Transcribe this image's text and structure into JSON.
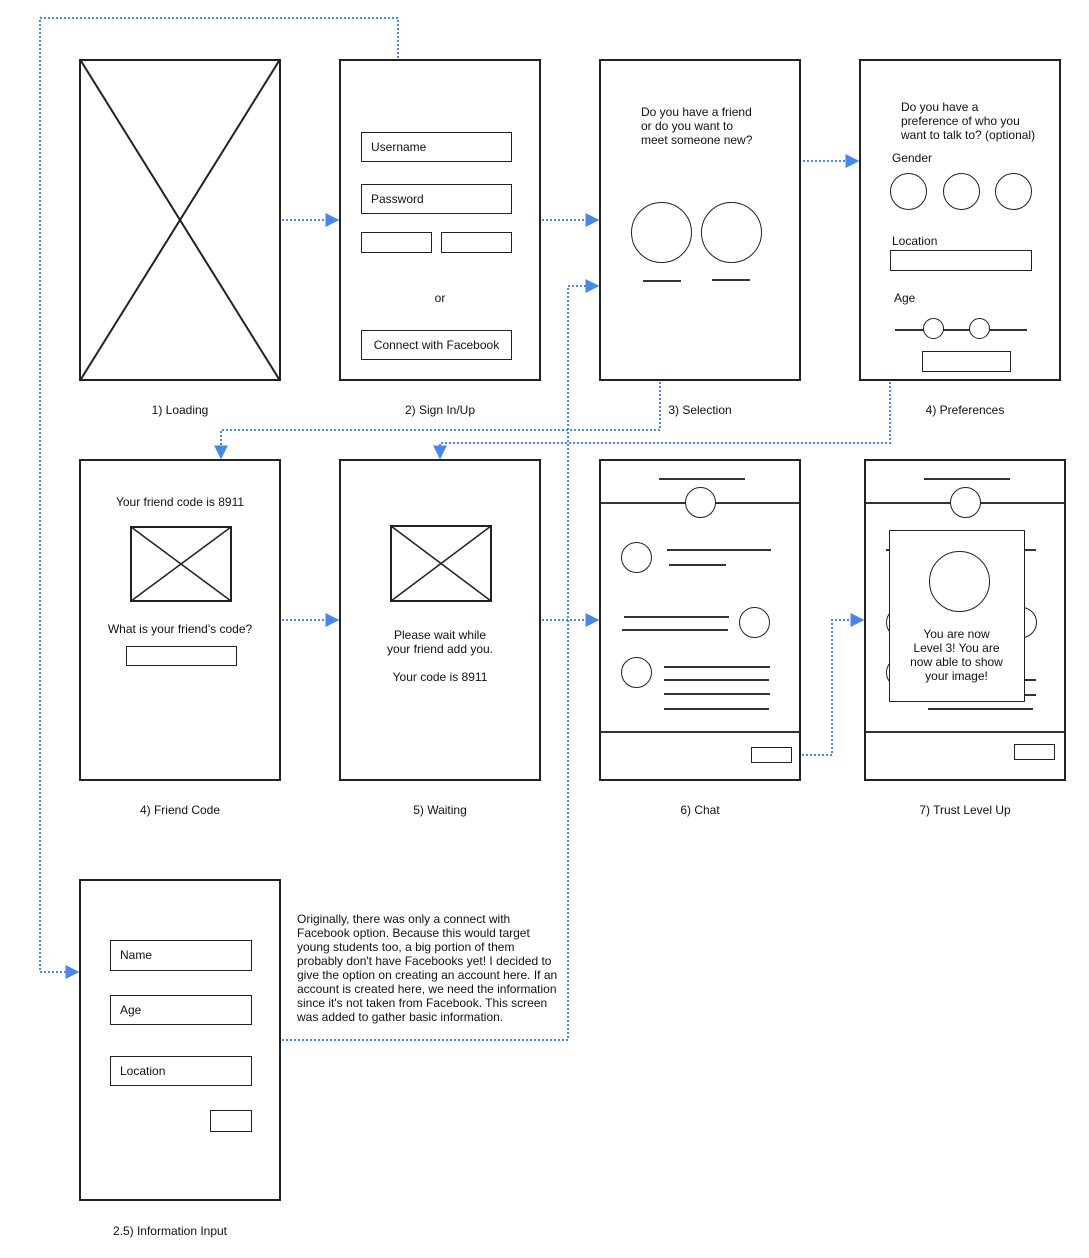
{
  "loading": {
    "caption": "1) Loading"
  },
  "signin": {
    "caption": "2) Sign In/Up",
    "username_placeholder": "Username",
    "password_placeholder": "Password",
    "or_text": "or",
    "facebook_button": "Connect with Facebook"
  },
  "selection": {
    "caption": "3) Selection",
    "question": "Do you have a friend\nor do you want to\nmeet someone new?"
  },
  "preferences": {
    "caption": "4) Preferences",
    "question": "Do you have a\npreference of who you\nwant to talk to? (optional)",
    "gender_label": "Gender",
    "location_label": "Location",
    "age_label": "Age"
  },
  "friend_code": {
    "caption": "4) Friend Code",
    "code_text": "Your friend code is 8911",
    "ask_text": "What is your friend's code?"
  },
  "waiting": {
    "caption": "5) Waiting",
    "wait_text": "Please wait while\nyour friend add you.",
    "code_text": "Your code is 8911"
  },
  "chat": {
    "caption": "6) Chat"
  },
  "trust": {
    "caption": "7) Trust Level Up",
    "popup_text": "You are now\nLevel 3! You are\nnow able to show\nyour image!"
  },
  "info_input": {
    "caption": "2.5) Information Input",
    "name_placeholder": "Name",
    "age_placeholder": "Age",
    "location_placeholder": "Location"
  },
  "note": {
    "text": "Originally, there was only a connect with\nFacebook option. Because this would target\nyoung students too, a big portion of them\nprobably don't have Facebooks yet! I decided to\ngive the option on creating an account here. If an\naccount is created here, we need the information\nsince it's not taken from Facebook. This screen\nwas added to gather basic information."
  },
  "colors": {
    "connector": "#4a86e8",
    "stroke": "#222222"
  }
}
